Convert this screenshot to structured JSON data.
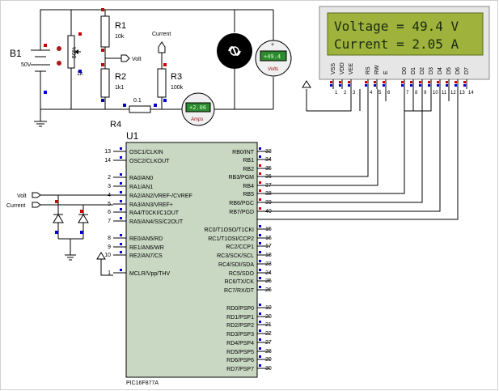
{
  "components": {
    "battery": {
      "ref": "B1",
      "value": "50V"
    },
    "pot": {
      "percent": "50%",
      "value": "1k"
    },
    "r1": {
      "ref": "R1",
      "value": "10k"
    },
    "r2": {
      "ref": "R2",
      "value": "1k1"
    },
    "r3": {
      "ref": "R3",
      "value": "100k"
    },
    "r4": {
      "ref": "R4",
      "value": "0.1"
    },
    "current_terminal": "Current",
    "volt_terminal": "Volt",
    "voltmeter": {
      "reading": "+49.4",
      "unit": "Volts"
    },
    "ammeter": {
      "reading": "+2.06",
      "unit": "Amps"
    },
    "mcu": {
      "ref": "U1",
      "part": "PIC16F877A"
    }
  },
  "lcd": {
    "line1": "Voltage = 49.4 V",
    "line2": "Current = 2.05 A",
    "pins": [
      "VSS",
      "VDD",
      "VEE",
      "RS",
      "RW",
      "E",
      "D0",
      "D1",
      "D2",
      "D3",
      "D4",
      "D5",
      "D6",
      "D7"
    ],
    "pin_numbers": [
      "1",
      "2",
      "3",
      "4",
      "5",
      "6",
      "7",
      "8",
      "9",
      "10",
      "11",
      "12",
      "13",
      "14"
    ]
  },
  "mcu_left_pins": [
    {
      "num": "13",
      "name": "OSC1/CLKIN"
    },
    {
      "num": "14",
      "name": "OSC2/CLKOUT"
    },
    {
      "num": "2",
      "name": "RA0/AN0"
    },
    {
      "num": "3",
      "name": "RA1/AN1"
    },
    {
      "num": "4",
      "name": "RA2/AN2/VREF-/CVREF"
    },
    {
      "num": "5",
      "name": "RA3/AN3/VREF+"
    },
    {
      "num": "6",
      "name": "RA4/T0CKI/C1OUT"
    },
    {
      "num": "7",
      "name": "RA5/AN4/SS/C2OUT"
    },
    {
      "num": "8",
      "name": "RE0/AN5/RD"
    },
    {
      "num": "9",
      "name": "RE1/AN6/WR"
    },
    {
      "num": "10",
      "name": "RE2/AN7/CS"
    },
    {
      "num": "1",
      "name": "MCLR/Vpp/THV"
    }
  ],
  "mcu_right_pins": [
    {
      "num": "33",
      "name": "RB0/INT"
    },
    {
      "num": "34",
      "name": "RB1"
    },
    {
      "num": "35",
      "name": "RB2"
    },
    {
      "num": "36",
      "name": "RB3/PGM"
    },
    {
      "num": "37",
      "name": "RB4"
    },
    {
      "num": "38",
      "name": "RB5"
    },
    {
      "num": "39",
      "name": "RB6/PGC"
    },
    {
      "num": "40",
      "name": "RB7/PGD"
    },
    {
      "num": "15",
      "name": "RC0/T1OSO/T1CKI"
    },
    {
      "num": "16",
      "name": "RC1/T1OSI/CCP2"
    },
    {
      "num": "17",
      "name": "RC2/CCP1"
    },
    {
      "num": "18",
      "name": "RC3/SCK/SCL"
    },
    {
      "num": "23",
      "name": "RC4/SDI/SDA"
    },
    {
      "num": "24",
      "name": "RC5/SDO"
    },
    {
      "num": "25",
      "name": "RC6/TX/CK"
    },
    {
      "num": "26",
      "name": "RC7/RX/DT"
    },
    {
      "num": "19",
      "name": "RD0/PSP0"
    },
    {
      "num": "20",
      "name": "RD1/PSP1"
    },
    {
      "num": "21",
      "name": "RD2/PSP2"
    },
    {
      "num": "22",
      "name": "RD3/PSP3"
    },
    {
      "num": "27",
      "name": "RD4/PSP4"
    },
    {
      "num": "28",
      "name": "RD5/PSP5"
    },
    {
      "num": "29",
      "name": "RD6/PSP6"
    },
    {
      "num": "30",
      "name": "RD7/PSP7"
    }
  ],
  "colors": {
    "wire": "#000000",
    "lcd_bg": "#9fb23c",
    "lcd_frame": "#e6e6e6",
    "meter_display": "#2e8a2e",
    "mcu_fill": "#c9d8c3",
    "pin_red": "#cc0000",
    "pin_blue": "#0000cc"
  }
}
